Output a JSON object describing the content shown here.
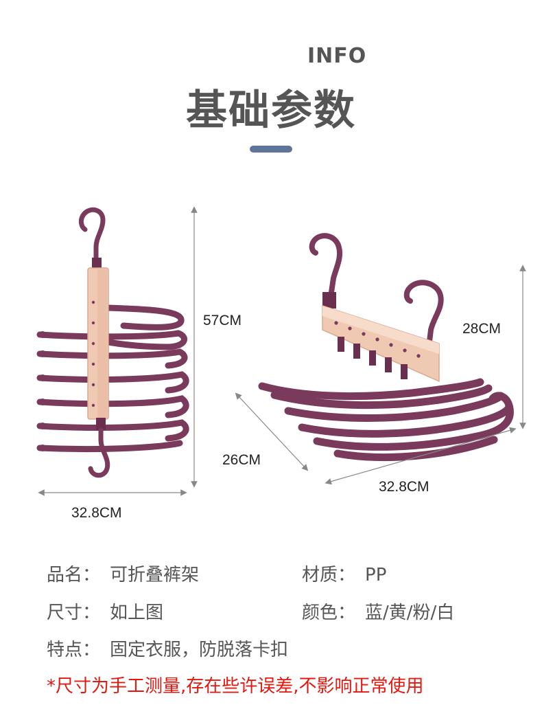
{
  "header": {
    "info_label": "INFO",
    "title": "基础参数",
    "accent_color": "#5f7598"
  },
  "product_images": {
    "hanger_color": "#7a3a5c",
    "panel_color": "#f0c9b2",
    "folded_view": {
      "height_label": "57CM",
      "width_label": "32.8CM"
    },
    "open_view": {
      "height_label": "28CM",
      "depth_label": "26CM",
      "width_label": "32.8CM"
    }
  },
  "specs": {
    "name": {
      "label": "品名：",
      "value": "可折叠裤架"
    },
    "material": {
      "label": "材质：",
      "value": "PP"
    },
    "size": {
      "label": "尺寸：",
      "value": "如上图"
    },
    "color": {
      "label": "颜色：",
      "value": "蓝/黄/粉/白"
    },
    "feature": {
      "label": "特点：",
      "value": "固定衣服，防脱落卡扣"
    }
  },
  "note": "*尺寸为手工测量,存在些许误差,不影响正常使用"
}
